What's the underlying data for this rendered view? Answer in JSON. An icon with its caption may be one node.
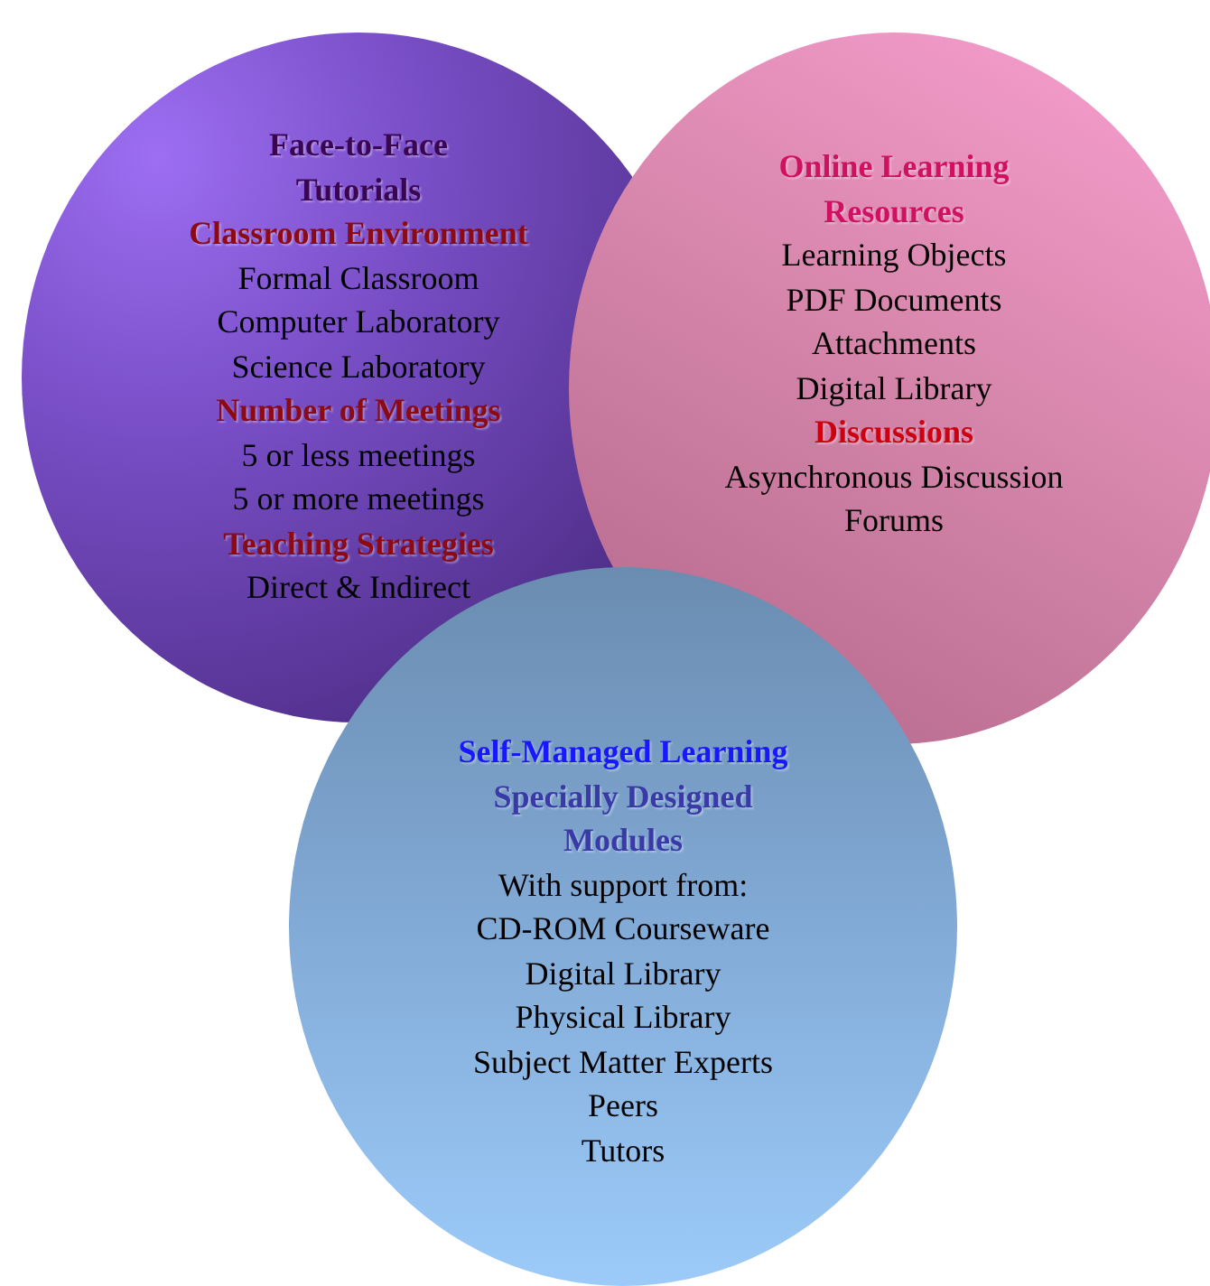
{
  "diagram": {
    "nodes": [
      {
        "text": [
          "Face-to-Face Tutorials",
          "Classroom Environment",
          "Formal Classroom",
          "Computer Laboratory",
          "Science Laboratory",
          "Number of Meetings",
          "5 or less meetings",
          "5 or more meetings",
          "Teaching Strategies",
          "Direct & Indirect"
        ]
      },
      {
        "text": [
          "Online Learning Resources",
          "Learning Objects",
          "PDF Documents",
          "Attachments",
          "Digital Library",
          "Discussions",
          "Asynchronous Discussion Forums"
        ]
      },
      {
        "text": [
          "Self-Managed Learning",
          "Specially Designed Modules",
          "With support from:",
          "CD-ROM Courseware",
          "Digital Library",
          "Physical Library",
          "Subject Matter Experts",
          "Peers",
          "Tutors"
        ]
      }
    ]
  }
}
